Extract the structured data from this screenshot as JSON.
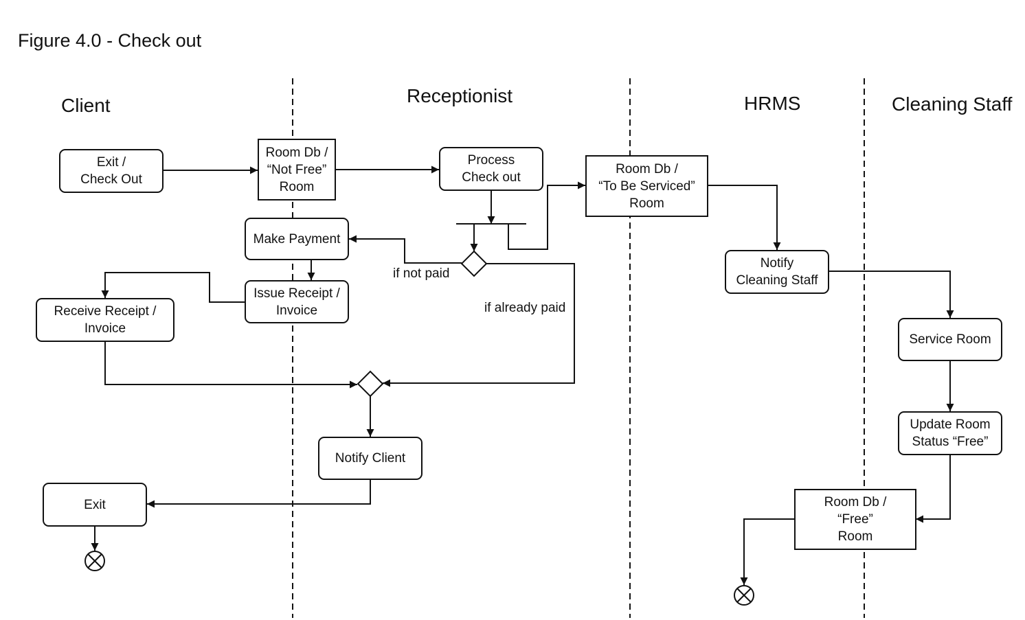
{
  "figure_title": "Figure 4.0 - Check out",
  "lanes": {
    "client": "Client",
    "receptionist": "Receptionist",
    "hrms": "HRMS",
    "cleaning_staff": "Cleaning Staff"
  },
  "activities": {
    "exit_checkout": "Exit /\nCheck Out",
    "process_checkout": "Process\nCheck out",
    "make_payment": "Make Payment",
    "issue_receipt": "Issue Receipt /\nInvoice",
    "receive_receipt": "Receive Receipt /\nInvoice",
    "notify_client": "Notify Client",
    "exit": "Exit",
    "notify_cleaning_staff": "Notify\nCleaning Staff",
    "service_room": "Service Room",
    "update_room_status": "Update Room\nStatus “Free”"
  },
  "objects": {
    "room_not_free": "Room Db /\n“Not Free”\nRoom",
    "room_to_be_serviced": "Room Db /\n“To Be Serviced”\nRoom",
    "room_free": "Room Db /\n“Free”\nRoom"
  },
  "guards": {
    "not_paid": "if not paid",
    "already_paid": "if already paid"
  }
}
